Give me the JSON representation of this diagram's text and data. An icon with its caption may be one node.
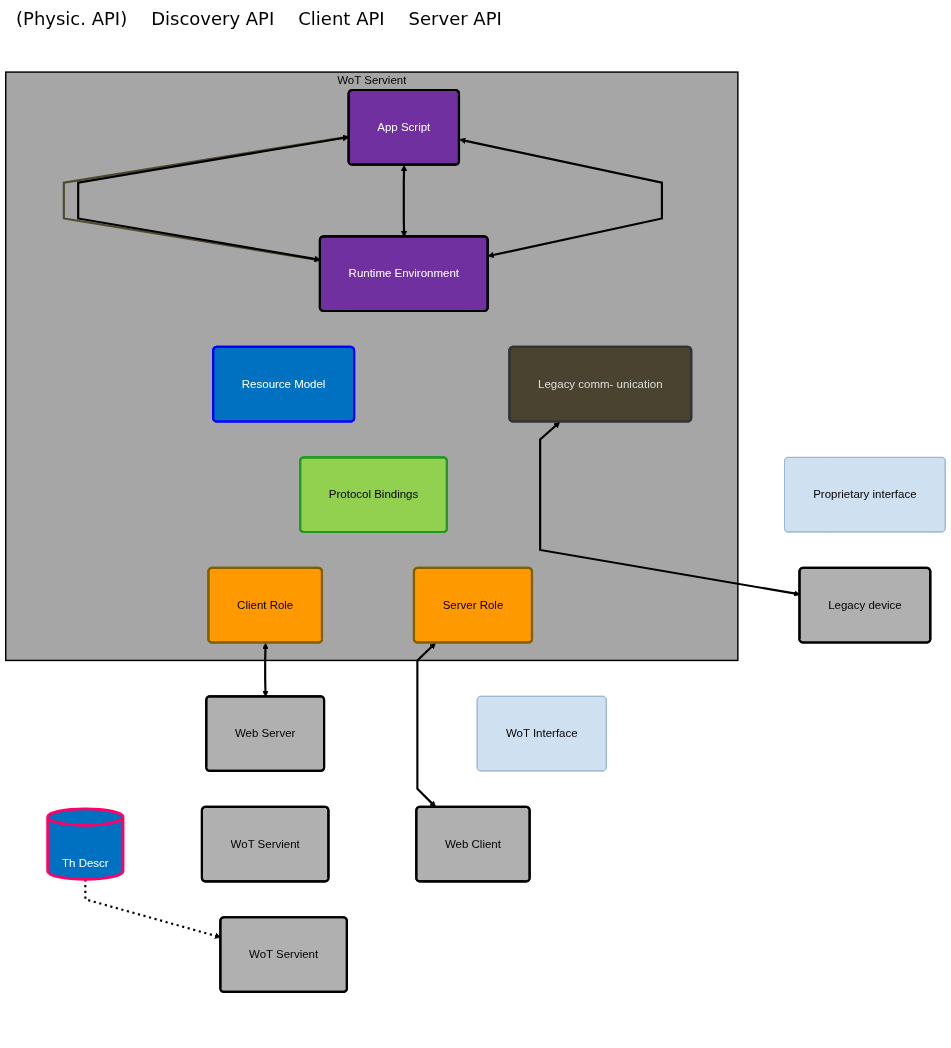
{
  "diagram": {
    "nodes": [
      {
        "text": [
          "WoT Servient"
        ]
      },
      {
        "text": [
          "App Script"
        ],
        "in": 0
      },
      {
        "text": [
          "Runtime Environment"
        ],
        "in": 0
      },
      {
        "text": [
          "Legacy comm- unication"
        ],
        "in": 0
      },
      {
        "text": [
          "Resource Model"
        ],
        "in": 0
      },
      {
        "text": [
          "Protocol Bindings"
        ],
        "in": 0
      },
      {
        "text": [
          "Client Role"
        ],
        "in": 0
      },
      {
        "text": [
          "Server Role"
        ],
        "in": 0
      },
      {
        "text": [
          "Th Descr"
        ]
      },
      {
        "text": [
          "Legacy device"
        ]
      },
      {
        "text": [
          "Web Server"
        ]
      },
      {
        "text": [
          "WoT Servient"
        ]
      },
      {
        "text": [
          "Web Client"
        ]
      },
      {
        "text": [
          "WoT Servient"
        ]
      },
      {
        "text": [
          "Proprietary interface"
        ]
      },
      {
        "text": [
          "WoT Interface"
        ]
      }
    ],
    "edges": [
      {
        "from": 1,
        "to": 2,
        "arrow": "both",
        "color": "#4f4a2e"
      },
      {
        "from": 1,
        "to": 2,
        "arrow": "both"
      },
      {
        "from": 1,
        "to": 2,
        "arrow": "both"
      },
      {
        "from": 1,
        "to": 2,
        "arrow": "both"
      },
      {
        "from": 3,
        "to": 9,
        "arrow": "both"
      },
      {
        "from": 6,
        "to": 10,
        "arrow": "both"
      },
      {
        "from": 7,
        "to": 12,
        "arrow": "both"
      },
      {
        "from": 8,
        "to": 13,
        "arrow": "to",
        "style": "dashed"
      }
    ],
    "labels": [
      "(Physic. API)",
      "Discovery API",
      "Client API",
      "Server API"
    ]
  }
}
